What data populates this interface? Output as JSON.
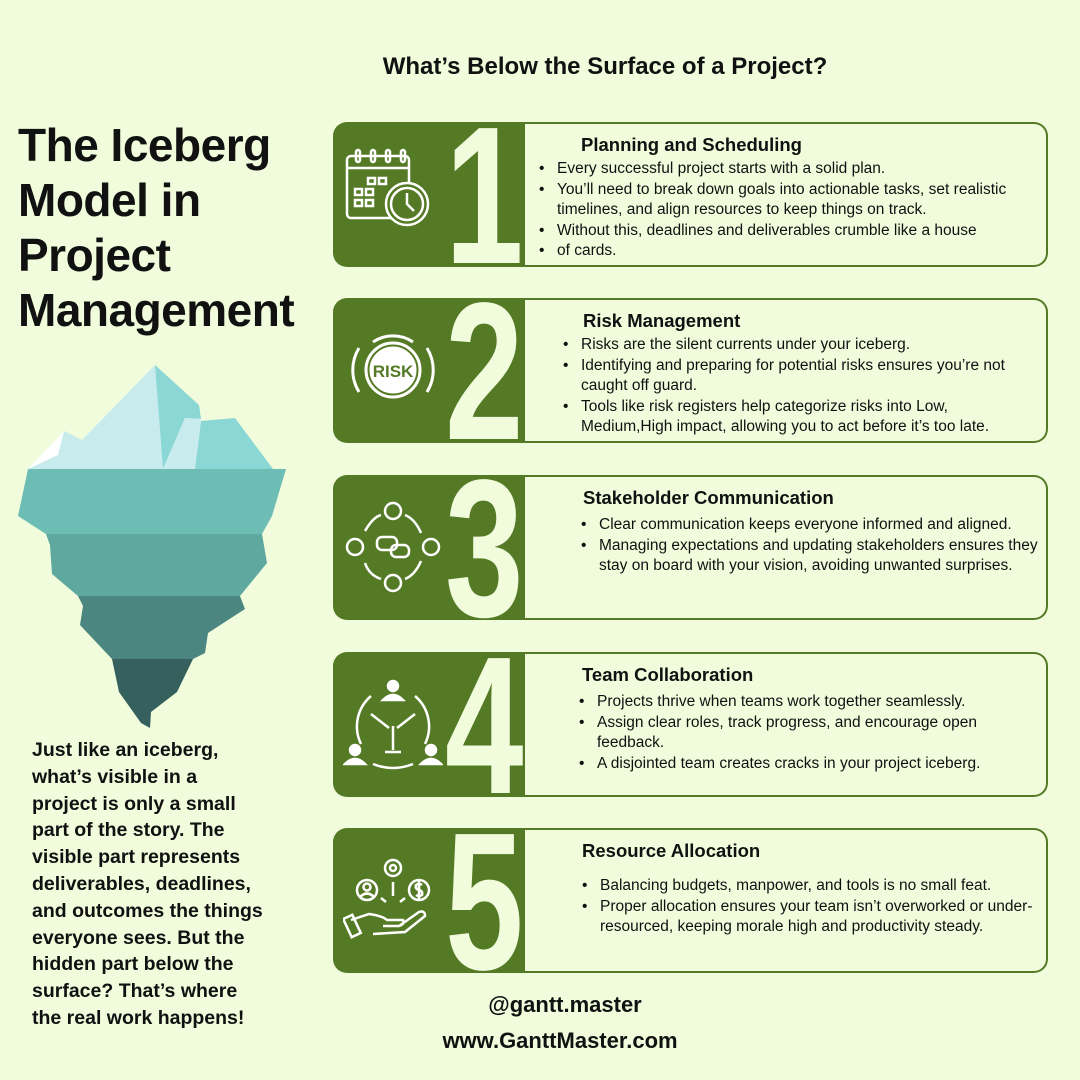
{
  "header": {
    "title": "What’s Below the Surface of a Project?"
  },
  "left": {
    "title_lines": [
      "The Iceberg",
      "Model in",
      "Project",
      "Management"
    ],
    "story_lines": [
      "Just like an iceberg,",
      "what’s visible in a",
      "project is only a small",
      "part of the story. The",
      "visible part represents",
      "deliverables, deadlines,",
      "and outcomes the things",
      "everyone sees. But the",
      "hidden part below the",
      "surface? That’s where",
      "the real work happens!"
    ]
  },
  "colors": {
    "background": "#f0fcdc",
    "accent_green": "#557a26",
    "ice_top": "#c8ecee",
    "ice_band1": "#6dbdb5",
    "ice_band2": "#5fa8a0",
    "ice_band3": "#4b8680",
    "ice_band4": "#36605d"
  },
  "cards": [
    {
      "number": "1",
      "icon": "calendar-clock-icon",
      "title": "Planning and Scheduling",
      "bullets": [
        "Every successful project starts with a solid plan.",
        "You’ll need to break down goals into actionable tasks, set realistic timelines, and align resources to keep things on track.",
        "Without this, deadlines and deliverables crumble like a house",
        " of cards."
      ]
    },
    {
      "number": "2",
      "icon": "risk-gauge-icon",
      "icon_text": "RISK",
      "title": "Risk Management",
      "bullets": [
        "Risks are the silent currents under your iceberg.",
        "Identifying and preparing for potential risks ensures you’re not caught off guard.",
        "Tools like risk registers help categorize risks into Low, Medium,High impact, allowing you to act before it’s too late."
      ]
    },
    {
      "number": "3",
      "icon": "stakeholder-communication-icon",
      "title": "Stakeholder Communication",
      "bullets": [
        "Clear communication keeps everyone informed and aligned.",
        "Managing expectations and updating stakeholders ensures they stay on board with your vision, avoiding unwanted surprises."
      ]
    },
    {
      "number": "4",
      "icon": "team-hands-icon",
      "title": "Team Collaboration",
      "bullets": [
        "Projects thrive when teams work together seamlessly.",
        "Assign clear roles, track progress, and encourage open feedback.",
        "A disjointed team creates cracks in your project iceberg."
      ]
    },
    {
      "number": "5",
      "icon": "resource-hand-icon",
      "title": "Resource Allocation",
      "bullets": [
        "Balancing budgets, manpower, and tools is no small feat.",
        "Proper allocation ensures your team isn’t overworked or under-resourced, keeping morale high and productivity steady."
      ]
    }
  ],
  "footer": {
    "handle": "@gantt.master",
    "website": "www.GanttMaster.com"
  }
}
